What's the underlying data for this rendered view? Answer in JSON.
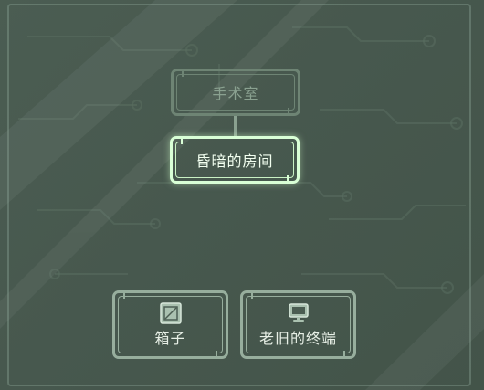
{
  "nodes": {
    "surgery_room": "手术室",
    "dim_room": "昏暗的房间",
    "box": "箱子",
    "old_terminal": "老旧的终端"
  },
  "colors": {
    "background": "#47584e",
    "node_border": "#97ae9d",
    "active_glow": "#d9ffd6",
    "text": "#e7efe6"
  },
  "icons": {
    "box": "box-icon",
    "old_terminal": "computer-terminal-icon"
  }
}
